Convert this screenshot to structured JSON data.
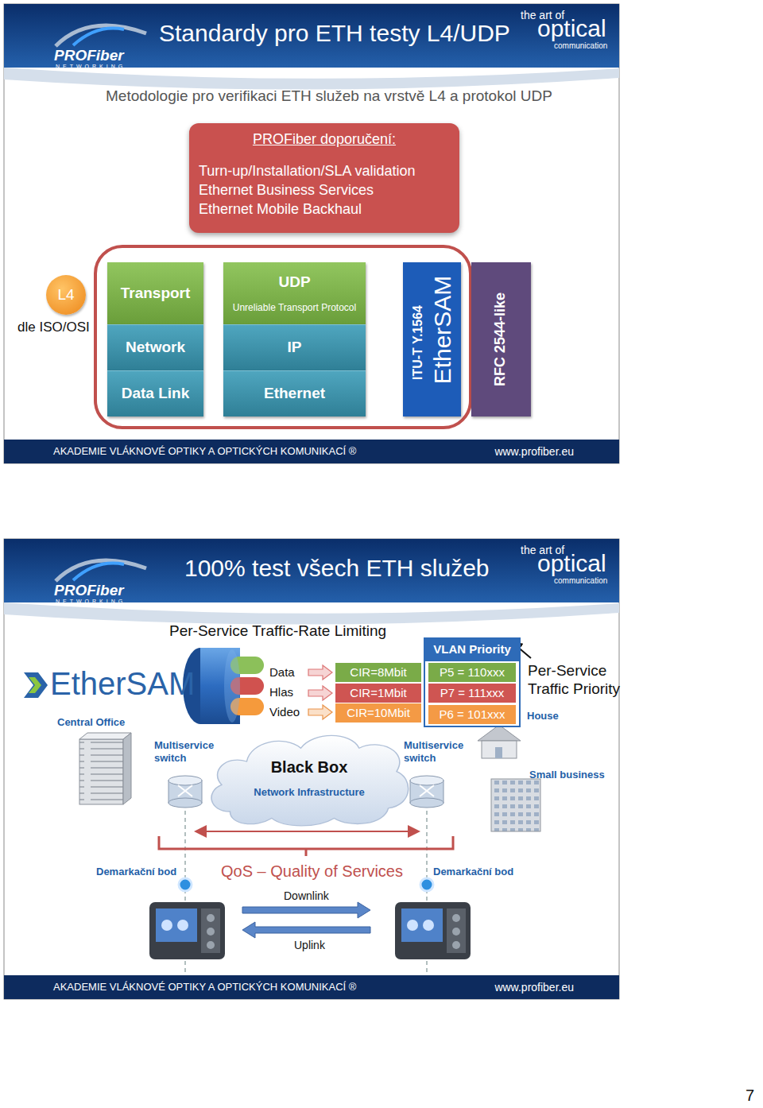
{
  "diagram": {
    "nodes": [
      {
        "text": [
          "Standardy pro ETH testy L4/UDP"
        ]
      },
      {
        "text": [
          "PROFiber doporučení:",
          "Turn-up/Installation/SLA validation",
          "Ethernet Business Services",
          "Ethernet Mobile Backhaul"
        ]
      },
      {
        "text": [
          "L4"
        ]
      },
      {
        "text": [
          "Transport"
        ]
      },
      {
        "text": [
          "Network"
        ]
      },
      {
        "text": [
          "Data Link"
        ]
      },
      {
        "text": [
          "UDP",
          "Unreliable Transport Protocol"
        ]
      },
      {
        "text": [
          "IP"
        ]
      },
      {
        "text": [
          "Ethernet"
        ]
      },
      {
        "text": [
          "ITU-T Y.1564",
          "EtherSAM"
        ]
      },
      {
        "text": [
          "RFC 2544-like"
        ]
      },
      {
        "text": [
          "AKADEMIE VLÁKNOVÉ OPTIKY A OPTICKÝCH KOMUNIKACÍ ®",
          "www.profiber.eu"
        ]
      },
      {
        "text": [
          "100% test všech ETH služeb"
        ]
      },
      {
        "text": [
          "CIR=8Mbit"
        ]
      },
      {
        "text": [
          "CIR=1Mbit"
        ]
      },
      {
        "text": [
          "CIR=10Mbit"
        ]
      },
      {
        "text": [
          "VLAN Priority"
        ]
      },
      {
        "text": [
          "P5 = 110xxx"
        ],
        "in": 16
      },
      {
        "text": [
          "P7 = 111xxx"
        ],
        "in": 16
      },
      {
        "text": [
          "P6 = 101xxx"
        ],
        "in": 16
      },
      {
        "text": [
          "Black Box",
          "Network Infrastructure"
        ]
      },
      {
        "text": [
          "AKADEMIE VLÁKNOVÉ OPTIKY A OPTICKÝCH KOMUNIKACÍ ®",
          "www.profiber.eu"
        ]
      }
    ],
    "labels": [
      "PROFiber",
      "NETWORKING",
      "the art of",
      "optical",
      "communication",
      "Metodologie pro verifikaci ETH služeb na vrstvě L4 a protokol UDP",
      "dle ISO/OSI",
      "PROFiber",
      "NETWORKING",
      "the art of",
      "optical",
      "communication",
      "Per-Service Traffic-Rate Limiting",
      "EtherSAM",
      "Central Office",
      "Data",
      "Hlas",
      "Video",
      "Per-Service Traffic Priority",
      "House",
      "Multiservice switch",
      "Multiservice switch",
      "Small business",
      "Demarkační bod",
      "QoS – Quality of Services",
      "Demarkační bod",
      "Downlink",
      "Uplink",
      "7"
    ]
  }
}
